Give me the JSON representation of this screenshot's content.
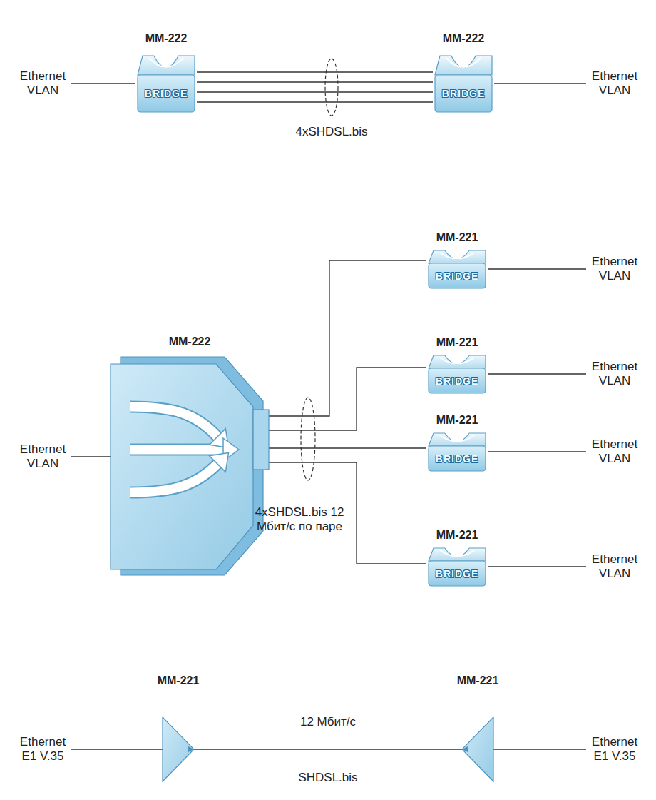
{
  "diagram": {
    "nodes": [
      {
        "text": [
          "MM-222",
          "BRIDGE"
        ]
      },
      {
        "text": [
          "MM-222",
          "BRIDGE"
        ]
      },
      {
        "text": [
          "MM-222"
        ]
      },
      {
        "text": [
          "MM-221",
          "BRIDGE"
        ]
      },
      {
        "text": [
          "MM-221",
          "BRIDGE"
        ]
      },
      {
        "text": [
          "MM-221",
          "BRIDGE"
        ]
      },
      {
        "text": [
          "MM-221",
          "BRIDGE"
        ]
      },
      {
        "text": [
          "MM-221"
        ]
      },
      {
        "text": [
          "MM-221"
        ]
      }
    ],
    "edges": [
      {
        "from": 0,
        "to": 1,
        "arrow": "none"
      },
      {
        "from": 0,
        "to": 1,
        "arrow": "none"
      },
      {
        "from": 0,
        "to": 1,
        "arrow": "none"
      },
      {
        "from": 0,
        "to": 1,
        "arrow": "none"
      },
      {
        "from": 2,
        "to": 3,
        "arrow": "none"
      },
      {
        "from": 2,
        "to": 4,
        "arrow": "none"
      },
      {
        "from": 2,
        "to": 5,
        "arrow": "none"
      },
      {
        "from": 2,
        "to": 6,
        "arrow": "none"
      },
      {
        "from": 7,
        "to": 8,
        "label": "12 Мбит/с",
        "arrow": "none"
      }
    ],
    "labels": [
      "Ethernet VLAN",
      "Ethernet VLAN",
      "4xSHDSL.bis",
      "Ethernet VLAN",
      "4xSHDSL.bis 12 Мбит/с по паре",
      "Ethernet VLAN",
      "Ethernet VLAN",
      "Ethernet VLAN",
      "Ethernet VLAN",
      "Ethernet E1 V.35",
      "SHDSL.bis",
      "Ethernet E1 V.35"
    ]
  }
}
